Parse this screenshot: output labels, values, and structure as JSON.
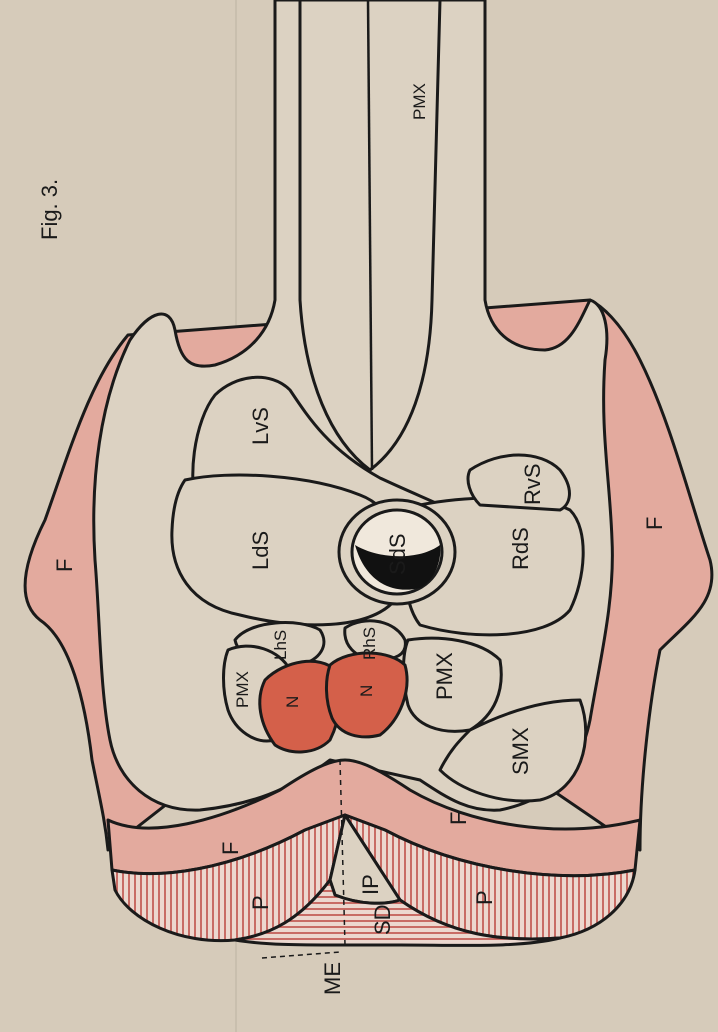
{
  "figure": {
    "caption": "Fig. 3.",
    "colors": {
      "paper": "#d6cbba",
      "bone": "#dcd2c2",
      "frontal_pink": "#e3aa9e",
      "nasal_red": "#d4604a",
      "hatch": "#c0504a",
      "ink": "#1a1a1a"
    },
    "labels": {
      "pmx_top": "PMX",
      "lvs": "LvS",
      "lds": "LdS",
      "sds": "SdS",
      "rds": "RdS",
      "rvs": "RvS",
      "lhs": "LhS",
      "rhs": "RhS",
      "pmx_left": "PMX",
      "pmx_right": "PMX",
      "n_left": "N",
      "n_right": "N",
      "smx": "SMX",
      "f_top": "F",
      "f_bottom": "F",
      "f_mid": "F",
      "f_lower": "F",
      "p_left": "P",
      "p_right": "P",
      "ip": "IP",
      "sd": "SD",
      "me": "ME"
    }
  }
}
